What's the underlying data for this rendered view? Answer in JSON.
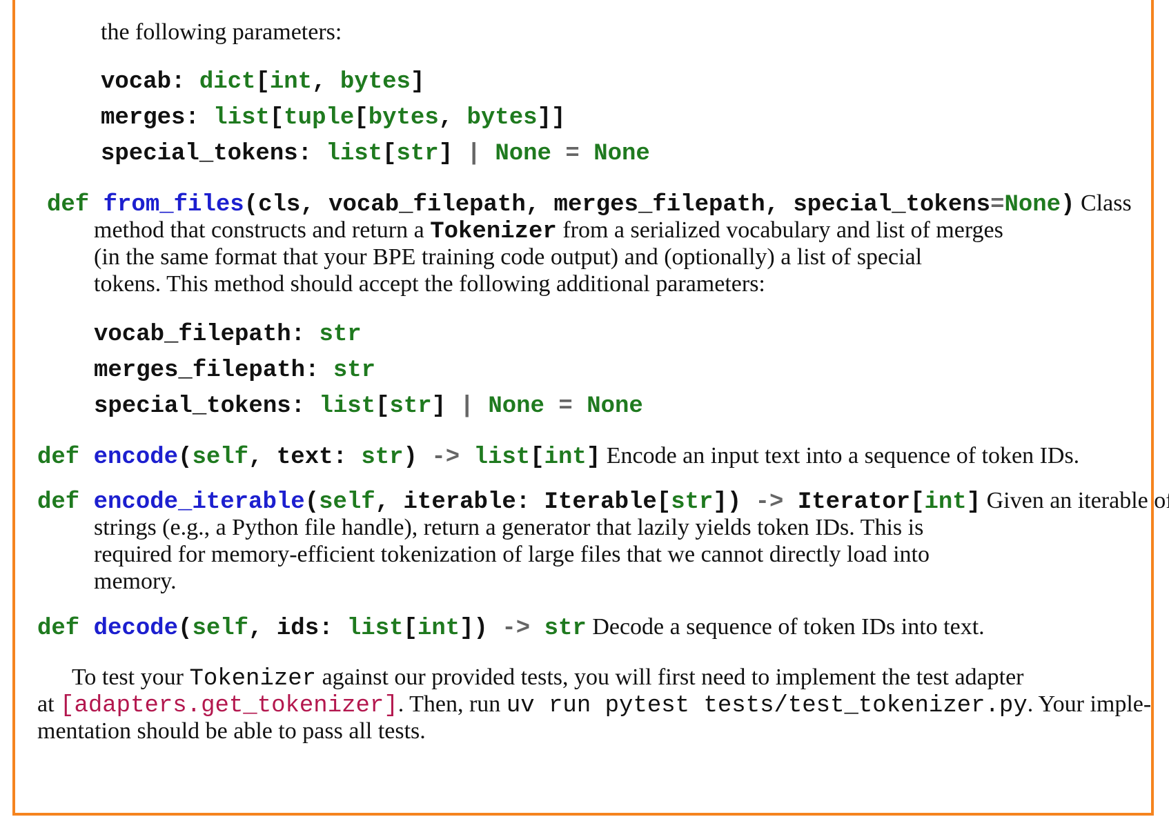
{
  "intro_tail": "the following parameters:",
  "init_params": [
    {
      "name": "vocab",
      "type_parts": [
        "dict",
        "[",
        "int",
        ", ",
        "bytes",
        "]"
      ]
    },
    {
      "name": "merges",
      "type_parts": [
        "list",
        "[",
        "tuple",
        "[",
        "bytes",
        ", ",
        "bytes",
        "]]"
      ]
    },
    {
      "name": "special_tokens",
      "type_parts": [
        "list",
        "[",
        "str",
        "]",
        " | ",
        "None",
        " = ",
        "None"
      ]
    }
  ],
  "from_files": {
    "def": "def",
    "name": "from_files",
    "args": "(cls, vocab_filepath, merges_filepath, special_tokens",
    "eq": "=",
    "default": "None",
    "close": ")",
    "desc_1": " Class",
    "desc_2a": "method that constructs and return a ",
    "desc_2b": "Tokenizer",
    "desc_2c": " from a serialized vocabulary and list of merges",
    "desc_3": "(in the same format that your BPE training code output) and (optionally) a list of special",
    "desc_4": "tokens. This method should accept the following additional parameters:"
  },
  "file_params": [
    {
      "name": "vocab_filepath",
      "type": "str"
    },
    {
      "name": "merges_filepath",
      "type": "str"
    },
    {
      "name": "special_tokens",
      "type_parts": [
        "list",
        "[",
        "str",
        "]",
        " | ",
        "None",
        " = ",
        "None"
      ]
    }
  ],
  "encode": {
    "def": "def",
    "name": "encode",
    "p1": "(",
    "self": "self",
    "p2": ", text: ",
    "t1": "str",
    "p3": ") ",
    "arrow": "->",
    "p4": " ",
    "ret": "list",
    "p5": "[",
    "ret2": "int",
    "p6": "]",
    "desc": " Encode an input text into a sequence of token IDs."
  },
  "encode_iterable": {
    "def": "def",
    "name": "encode_iterable",
    "p1": "(",
    "self": "self",
    "p2": ", iterable: Iterable[",
    "t1": "str",
    "p3": "]) ",
    "arrow": "->",
    "p4": " Iterator[",
    "ret2": "int",
    "p6": "]",
    "desc_1": " Given an iterable of",
    "desc_2": "strings (e.g., a Python file handle), return a generator that lazily yields token IDs. This is",
    "desc_3": "required for memory-efficient tokenization of large files that we cannot directly load into",
    "desc_4": "memory."
  },
  "decode": {
    "def": "def",
    "name": "decode",
    "p1": "(",
    "self": "self",
    "p2": ", ids: ",
    "t1": "list",
    "p3": "[",
    "t2": "int",
    "p4": "]) ",
    "arrow": "->",
    "p5": " ",
    "ret": "str",
    "desc": " Decode a sequence of token IDs into text."
  },
  "closing": {
    "l1a": "To test your ",
    "l1b": "Tokenizer",
    "l1c": " against our provided tests, you will first need to implement the test adapter",
    "l2a": "at ",
    "l2link": "[adapters.get_tokenizer]",
    "l2b": ". Then, run ",
    "l2code": "uv run pytest tests/test_tokenizer.py",
    "l2c": ". Your imple-",
    "l3": "mentation should be able to pass all tests."
  },
  "colors": {
    "border": "#f5841f",
    "keyword": "#1f7a1f",
    "function": "#1c1fcf",
    "link": "#b3174e"
  }
}
